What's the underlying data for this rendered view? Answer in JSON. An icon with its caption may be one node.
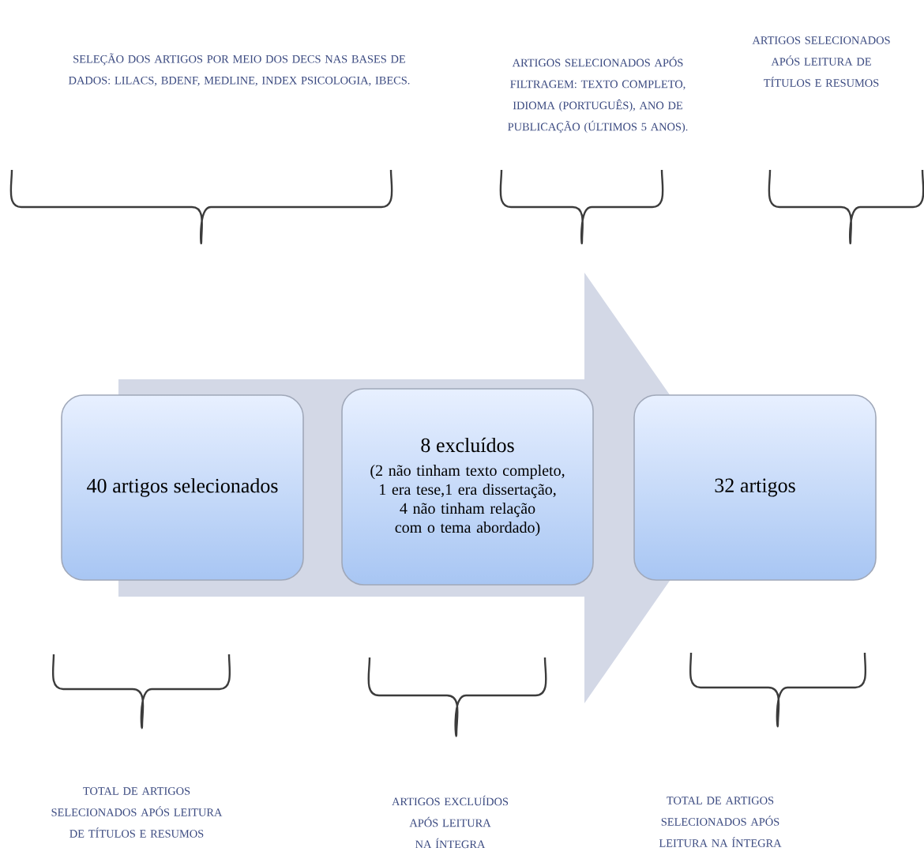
{
  "diagram": {
    "nodes": [
      {
        "text": [
          "40 artigos selecionados"
        ]
      },
      {
        "text": [
          "8 excluídos",
          "(2 não tinham texto completo, 1 era tese,1 era dissertação, 4 não tinham relação com o tema abordado)"
        ]
      },
      {
        "text": [
          "32 artigos"
        ]
      }
    ],
    "edges": [
      {
        "from": 0,
        "to": 2,
        "arrow": "to"
      }
    ],
    "labels": [
      "SELEÇÃO DOS ARTIGOS POR MEIO DOS DECS NAS BASES DE DADOS: LILACS, BDENF, MEDLINE, INDEX PSICOLOGIA, IBECS.",
      "ARTIGOS SELECIONADOS APÓS FILTRAGEM: TEXTO COMPLETO, IDIOMA (PORTUGUÊS), ANO DE PUBLICAÇÃO (ÚLTIMOS 5 ANOS).",
      "ARTIGOS SELECIONADOS APÓS LEITURA DE TÍTULOS E RESUMOS",
      "TOTAL DE ARTIGOS SELECIONADOS APÓS LEITURA DE TÍTULOS E RESUMOS",
      "ARTIGOS EXCLUÍDOS APÓS LEITURA NA ÍNTEGRA",
      "TOTAL DE ARTIGOS SELECIONADOS APÓS LEITURA NA ÍNTEGRA"
    ]
  }
}
